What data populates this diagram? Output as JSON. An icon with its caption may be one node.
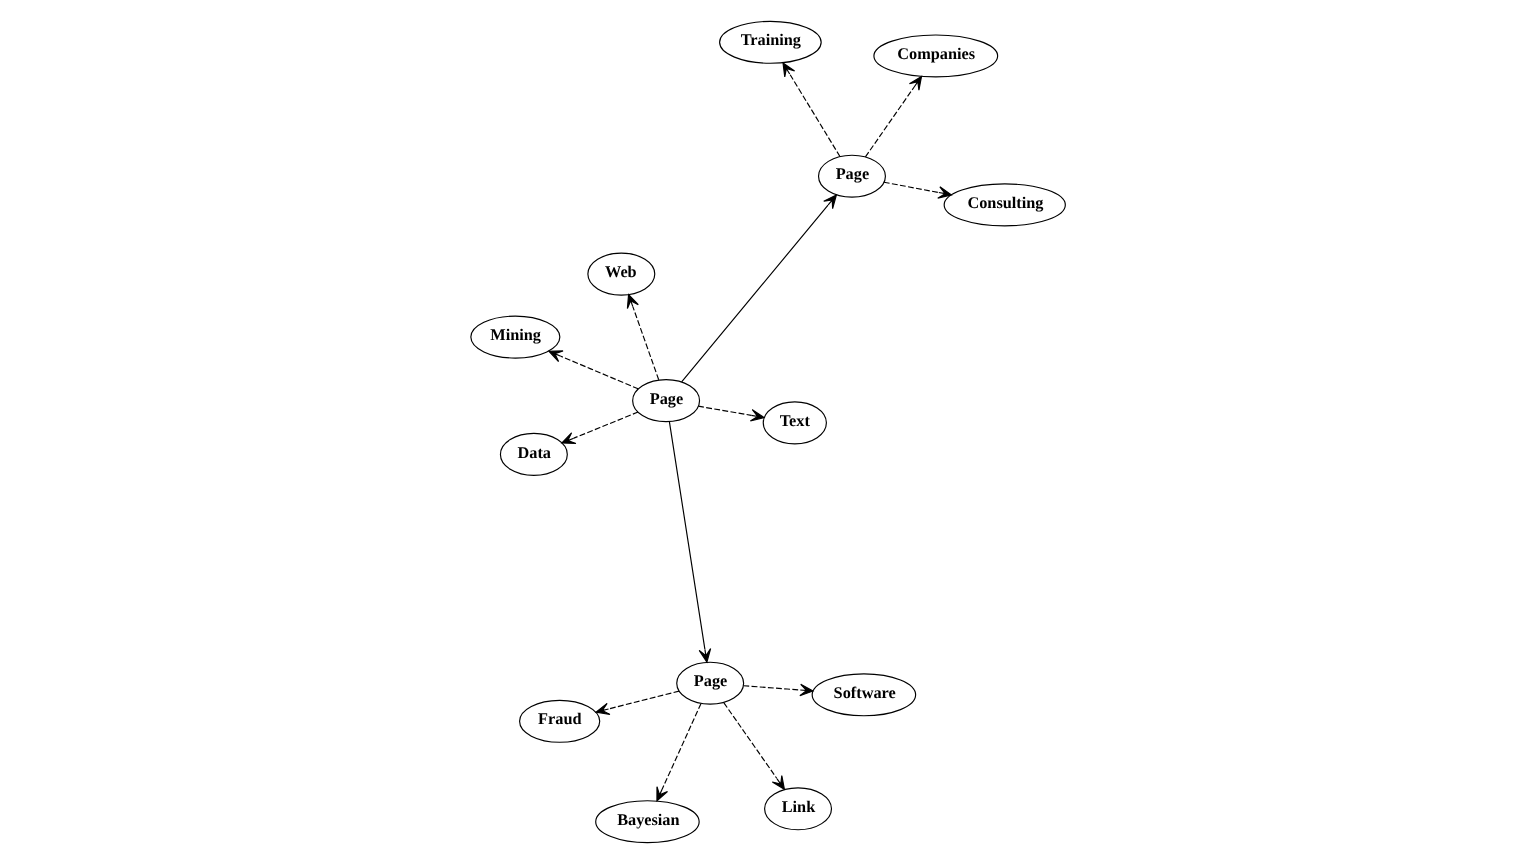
{
  "diagram": {
    "nodes": [
      {
        "text": [
          "Page"
        ]
      },
      {
        "text": [
          "Text"
        ]
      },
      {
        "text": [
          "Data"
        ]
      },
      {
        "text": [
          "Mining"
        ]
      },
      {
        "text": [
          "Web"
        ]
      },
      {
        "text": [
          "Page"
        ]
      },
      {
        "text": [
          "Fraud"
        ]
      },
      {
        "text": [
          "Software"
        ]
      },
      {
        "text": [
          "Bayesian"
        ]
      },
      {
        "text": [
          "Link"
        ]
      },
      {
        "text": [
          "Page"
        ]
      },
      {
        "text": [
          "Training"
        ]
      },
      {
        "text": [
          "Consulting"
        ]
      },
      {
        "text": [
          "Companies"
        ]
      }
    ],
    "edges": [
      {
        "from": 0,
        "to": 5,
        "arrow": "to"
      },
      {
        "from": 0,
        "to": 10,
        "arrow": "to"
      },
      {
        "from": 0,
        "to": 1,
        "arrow": "to",
        "style": "dashed"
      },
      {
        "from": 0,
        "to": 2,
        "arrow": "to",
        "style": "dashed"
      },
      {
        "from": 0,
        "to": 3,
        "arrow": "to",
        "style": "dashed"
      },
      {
        "from": 0,
        "to": 4,
        "arrow": "to",
        "style": "dashed"
      },
      {
        "from": 5,
        "to": 6,
        "arrow": "to",
        "style": "dashed"
      },
      {
        "from": 5,
        "to": 7,
        "arrow": "to",
        "style": "dashed"
      },
      {
        "from": 5,
        "to": 8,
        "arrow": "to",
        "style": "dashed"
      },
      {
        "from": 5,
        "to": 9,
        "arrow": "to",
        "style": "dashed"
      },
      {
        "from": 10,
        "to": 11,
        "arrow": "to",
        "style": "dashed"
      },
      {
        "from": 10,
        "to": 12,
        "arrow": "to",
        "style": "dashed"
      },
      {
        "from": 10,
        "to": 13,
        "arrow": "to",
        "style": "dashed"
      }
    ]
  }
}
